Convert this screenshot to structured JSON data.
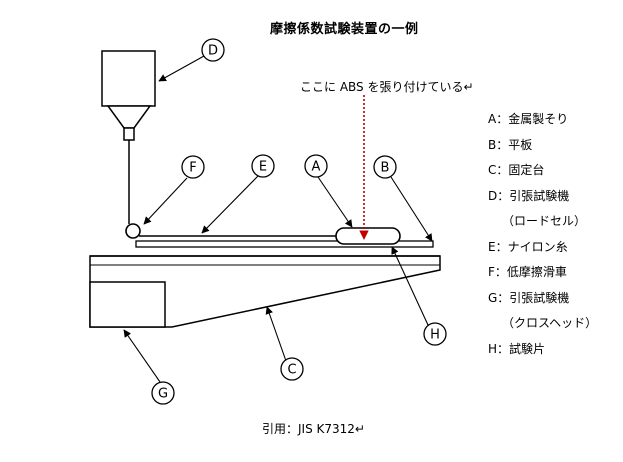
{
  "title": "摩擦係数試験装置の一例",
  "note": "ここに ABS を張り付けている↵",
  "citation": "引用：JIS K7312↵",
  "callouts": {
    "a": "A",
    "b": "B",
    "c": "C",
    "d": "D",
    "e": "E",
    "f": "F",
    "g": "G",
    "h": "H"
  },
  "legend": [
    "A：金属製そり",
    "B：平板",
    "C：固定台",
    "D：引張試験機",
    "（ロードセル）",
    "E：ナイロン糸",
    "F：低摩擦滑車",
    "G：引張試験機",
    "（クロスヘッド）",
    "H：試験片"
  ],
  "colors": {
    "line": "#000000",
    "note_arrow": "#c00000"
  }
}
